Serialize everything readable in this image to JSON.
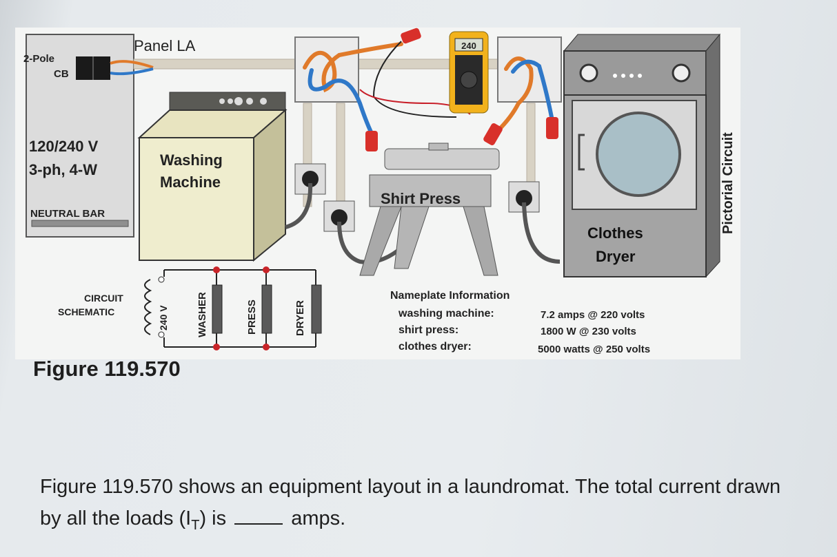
{
  "panel": {
    "title": "Panel LA",
    "breaker_label_1": "2-Pole",
    "breaker_label_2": "CB",
    "voltage_1": "120/240 V",
    "voltage_2": "3-ph, 4-W",
    "neutral_bar": "NEUTRAL BAR"
  },
  "meter": {
    "reading": "240"
  },
  "equipment": {
    "washer_1": "Washing",
    "washer_2": "Machine",
    "press": "Shirt Press",
    "dryer_1": "Clothes",
    "dryer_2": "Dryer"
  },
  "side_label": "Pictorial Circuit",
  "schematic": {
    "label_1": "CIRCUIT",
    "label_2": "SCHEMATIC",
    "source": "240 V",
    "loads": [
      "WASHER",
      "PRESS",
      "DRYER"
    ]
  },
  "nameplate": {
    "heading": "Nameplate Information",
    "rows": [
      {
        "name": "washing machine:",
        "rating": "7.2 amps @ 220 volts"
      },
      {
        "name": "shirt press:",
        "rating": "1800 W @ 230 volts"
      },
      {
        "name": "clothes dryer:",
        "rating": "5000 watts @ 250 volts"
      }
    ]
  },
  "figure_caption": "Figure 119.570",
  "question": {
    "before": "Figure 119.570 shows an equipment layout in a laundromat. The total current drawn by all the loads (I",
    "subscript": "T",
    "middle": ") is",
    "after": "amps."
  }
}
